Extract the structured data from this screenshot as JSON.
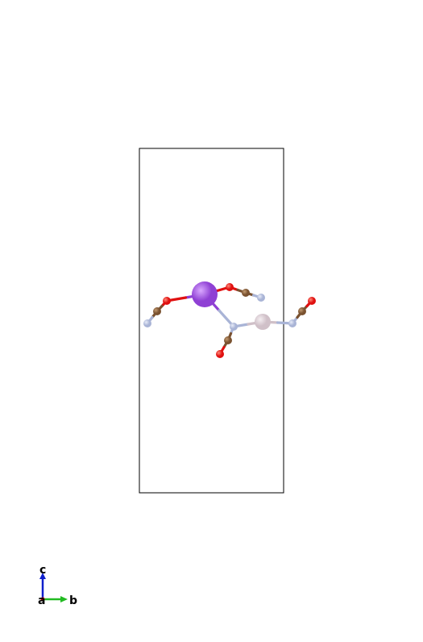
{
  "viewer": {
    "background": "#ffffff"
  },
  "unit_cell": {
    "edge_color": "#000000"
  },
  "elements": {
    "K": {
      "color": "#8f40d4",
      "highlight": "#d9a8ff"
    },
    "Pt": {
      "color": "#d0c0c8",
      "highlight": "#f4eef1"
    },
    "N": {
      "color": "#a9b4d6",
      "highlight": "#e8ecf8"
    },
    "C": {
      "color": "#7a5230",
      "highlight": "#c29a70"
    },
    "O": {
      "color": "#e01010",
      "highlight": "#ff8a7a"
    }
  },
  "axes": {
    "labels": {
      "a": "a",
      "b": "b",
      "c": "c"
    },
    "colors": {
      "a": "#cc0000",
      "b": "#22bb22",
      "c": "#1020cc"
    }
  }
}
